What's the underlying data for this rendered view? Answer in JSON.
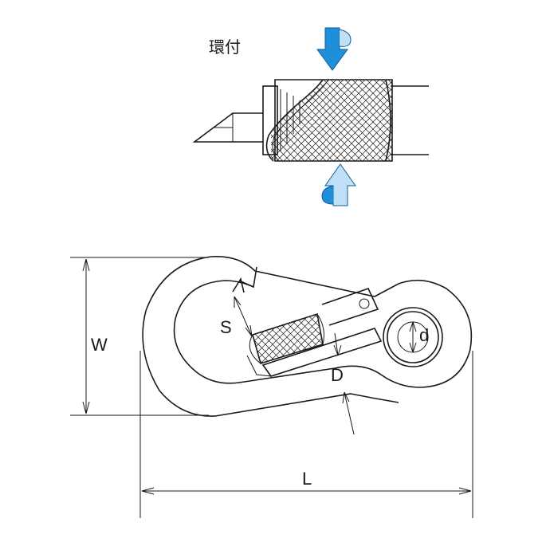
{
  "detail": {
    "title": "環付"
  },
  "dimensions": {
    "W": "W",
    "S": "S",
    "d": "d",
    "D": "D",
    "L": "L"
  },
  "colors": {
    "arrow_fill": "#1e8fd8",
    "arrow_light": "#bfe0f7",
    "line": "#1a1a1a"
  },
  "icons": {
    "rotate_down": "rotate-down-arrow-icon",
    "rotate_up": "rotate-up-arrow-icon"
  }
}
